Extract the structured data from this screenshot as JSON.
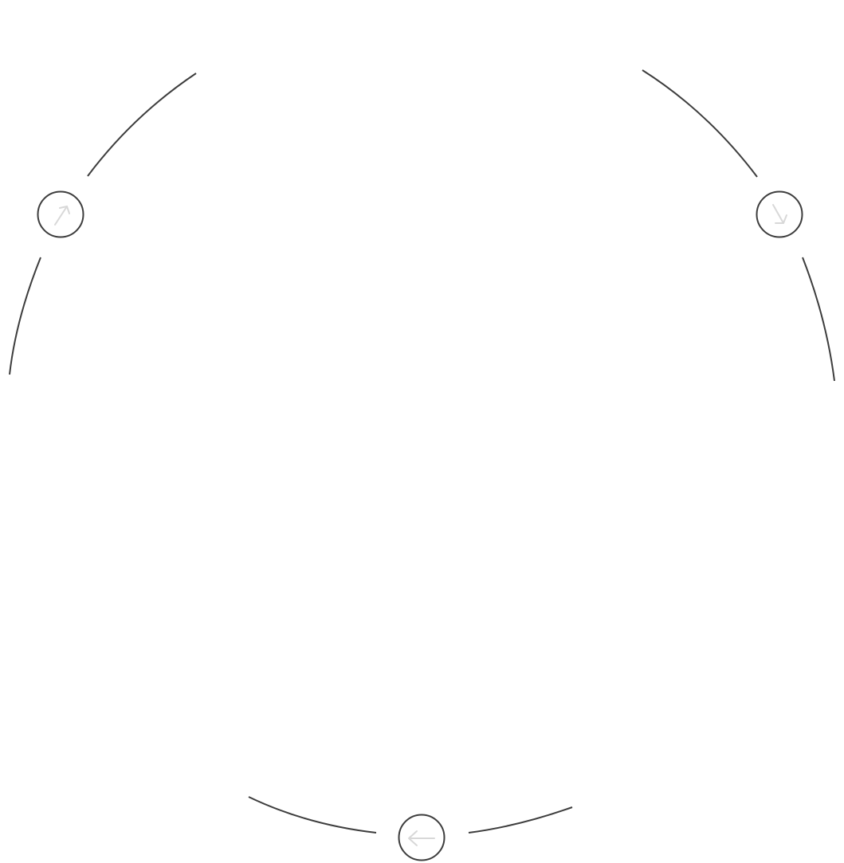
{
  "diagram": {
    "type": "cycle",
    "colors": {
      "background": "#ffffff",
      "ring_stroke": "#3d3d3d",
      "node_stroke": "#3d3d3d",
      "node_fill": "#ffffff",
      "arrow_stroke": "#d8d8d8"
    },
    "nodes": [
      {
        "id": "top-left",
        "icon": "arrow-up-right-icon"
      },
      {
        "id": "top-right",
        "icon": "arrow-down-right-icon"
      },
      {
        "id": "bottom",
        "icon": "arrow-left-icon"
      }
    ]
  }
}
